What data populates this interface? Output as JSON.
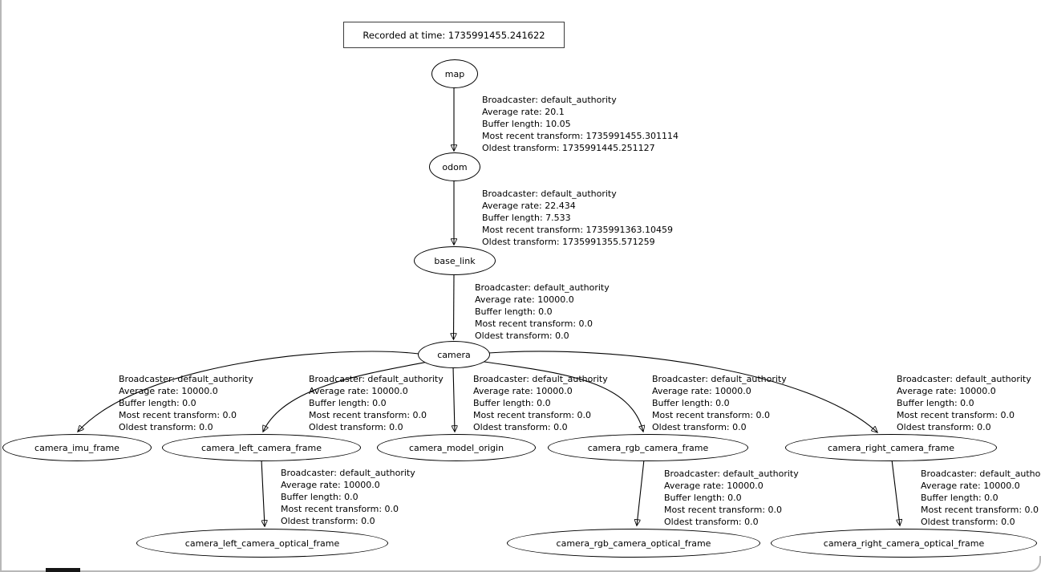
{
  "colors": {
    "background": "#ffffff",
    "node_border": "#000000",
    "text": "#000000",
    "window_border": "#b8b8b8"
  },
  "title_box": {
    "text": "Recorded at time: 1735991455.241622"
  },
  "nodes": {
    "map": {
      "label": "map"
    },
    "odom": {
      "label": "odom"
    },
    "base_link": {
      "label": "base_link"
    },
    "camera": {
      "label": "camera"
    },
    "camera_imu_frame": {
      "label": "camera_imu_frame"
    },
    "camera_left_camera_frame": {
      "label": "camera_left_camera_frame"
    },
    "camera_model_origin": {
      "label": "camera_model_origin"
    },
    "camera_rgb_camera_frame": {
      "label": "camera_rgb_camera_frame"
    },
    "camera_right_camera_frame": {
      "label": "camera_right_camera_frame"
    },
    "camera_left_camera_optical_frame": {
      "label": "camera_left_camera_optical_frame"
    },
    "camera_rgb_camera_optical_frame": {
      "label": "camera_rgb_camera_optical_frame"
    },
    "camera_right_camera_optical_frame": {
      "label": "camera_right_camera_optical_frame"
    }
  },
  "edge_labels": [
    {
      "from": "map",
      "to": "odom",
      "lines": [
        "Broadcaster: default_authority",
        "Average rate: 20.1",
        "Buffer length: 10.05",
        "Most recent transform: 1735991455.301114",
        "Oldest transform: 1735991445.251127"
      ]
    },
    {
      "from": "odom",
      "to": "base_link",
      "lines": [
        "Broadcaster: default_authority",
        "Average rate: 22.434",
        "Buffer length: 7.533",
        "Most recent transform: 1735991363.10459",
        "Oldest transform: 1735991355.571259"
      ]
    },
    {
      "from": "base_link",
      "to": "camera",
      "lines": [
        "Broadcaster: default_authority",
        "Average rate: 10000.0",
        "Buffer length: 0.0",
        "Most recent transform: 0.0",
        "Oldest transform: 0.0"
      ]
    },
    {
      "from": "camera",
      "to": "camera_imu_frame",
      "lines": [
        "Broadcaster: default_authority",
        "Average rate: 10000.0",
        "Buffer length: 0.0",
        "Most recent transform: 0.0",
        "Oldest transform: 0.0"
      ]
    },
    {
      "from": "camera",
      "to": "camera_left_camera_frame",
      "lines": [
        "Broadcaster: default_authority",
        "Average rate: 10000.0",
        "Buffer length: 0.0",
        "Most recent transform: 0.0",
        "Oldest transform: 0.0"
      ]
    },
    {
      "from": "camera",
      "to": "camera_model_origin",
      "lines": [
        "Broadcaster: default_authority",
        "Average rate: 10000.0",
        "Buffer length: 0.0",
        "Most recent transform: 0.0",
        "Oldest transform: 0.0"
      ]
    },
    {
      "from": "camera",
      "to": "camera_rgb_camera_frame",
      "lines": [
        "Broadcaster: default_authority",
        "Average rate: 10000.0",
        "Buffer length: 0.0",
        "Most recent transform: 0.0",
        "Oldest transform: 0.0"
      ]
    },
    {
      "from": "camera",
      "to": "camera_right_camera_frame",
      "lines": [
        "Broadcaster: default_authority",
        "Average rate: 10000.0",
        "Buffer length: 0.0",
        "Most recent transform: 0.0",
        "Oldest transform: 0.0"
      ]
    },
    {
      "from": "camera_left_camera_frame",
      "to": "camera_left_camera_optical_frame",
      "lines": [
        "Broadcaster: default_authority",
        "Average rate: 10000.0",
        "Buffer length: 0.0",
        "Most recent transform: 0.0",
        "Oldest transform: 0.0"
      ]
    },
    {
      "from": "camera_rgb_camera_frame",
      "to": "camera_rgb_camera_optical_frame",
      "lines": [
        "Broadcaster: default_authority",
        "Average rate: 10000.0",
        "Buffer length: 0.0",
        "Most recent transform: 0.0",
        "Oldest transform: 0.0"
      ]
    },
    {
      "from": "camera_right_camera_frame",
      "to": "camera_right_camera_optical_frame",
      "lines": [
        "Broadcaster: default_authority",
        "Average rate: 10000.0",
        "Buffer length: 0.0",
        "Most recent transform: 0.0",
        "Oldest transform: 0.0"
      ]
    }
  ]
}
